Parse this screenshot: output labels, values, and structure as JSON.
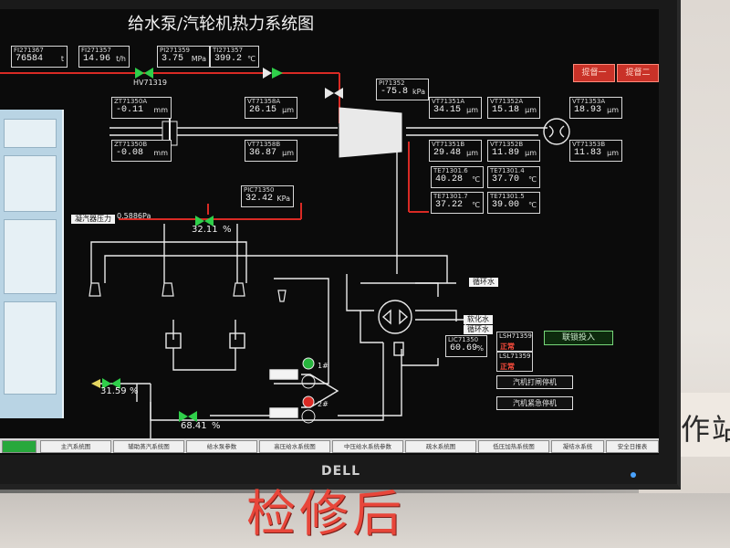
{
  "screen": {
    "title": "给水泵/汽轮机热力系统图",
    "buttons": {
      "btn1": "提督一",
      "btn2": "提督二"
    },
    "readouts": [
      {
        "tag": "FI271367",
        "value": "76584",
        "unit": "t"
      },
      {
        "tag": "FI271357",
        "value": "14.96",
        "unit": "t/h"
      },
      {
        "tag": "PI271359",
        "value": "3.75",
        "unit": "MPa"
      },
      {
        "tag": "TI271357",
        "value": "399.2",
        "unit": "℃"
      },
      {
        "tag": "PI71352",
        "value": "-75.8",
        "unit": "kPa"
      },
      {
        "tag": "ZT71350A",
        "value": "-0.11",
        "unit": "mm"
      },
      {
        "tag": "ZT71350B",
        "value": "-0.08",
        "unit": "mm"
      },
      {
        "tag": "VT71358A",
        "value": "26.15",
        "unit": "μm"
      },
      {
        "tag": "VT71358B",
        "value": "36.87",
        "unit": "μm"
      },
      {
        "tag": "VT71351A",
        "value": "34.15",
        "unit": "μm"
      },
      {
        "tag": "VT71352A",
        "value": "15.18",
        "unit": "μm"
      },
      {
        "tag": "VT71353A",
        "value": "18.93",
        "unit": "μm"
      },
      {
        "tag": "VT71351B",
        "value": "29.48",
        "unit": "μm"
      },
      {
        "tag": "VT71352B",
        "value": "11.89",
        "unit": "μm"
      },
      {
        "tag": "VT71353B",
        "value": "11.83",
        "unit": "μm"
      },
      {
        "tag": "TE71301.6",
        "value": "40.28",
        "unit": "℃"
      },
      {
        "tag": "TE71301.4",
        "value": "37.70",
        "unit": "℃"
      },
      {
        "tag": "TE71301.7",
        "value": "37.22",
        "unit": "℃"
      },
      {
        "tag": "TE71301.5",
        "value": "39.00",
        "unit": "℃"
      },
      {
        "tag": "PIC71350",
        "value": "32.42",
        "unit": "KPa"
      },
      {
        "tag": "LIC71350",
        "value": "60.69",
        "unit": "%"
      }
    ],
    "valves": {
      "hv": "HV71319",
      "v1_pct": "32.11",
      "v2_pct": "31.59",
      "v3_pct": "68.41",
      "pct": "%"
    },
    "labels": {
      "pressure_line": "0.5886Pa",
      "left_tag": "凝汽器压力",
      "pump1": "1#",
      "pump2": "2#"
    },
    "outlets": {
      "recirc1": "循环水",
      "soft": "软化水",
      "recirc2": "循环水"
    },
    "status": [
      {
        "tag": "LSH71359",
        "state": "正常"
      },
      {
        "tag": "LSL71359",
        "state": "正常"
      }
    ],
    "green_button": "联锁投入",
    "white_buttons": [
      "汽机打闸停机",
      "汽机紧急停机"
    ],
    "bottom_tabs": [
      "主汽系统图",
      "辅助蒸汽系统图",
      "给水泵参数",
      "高压给水系统图",
      "中压给水系统参数",
      "疏水系统图",
      "低压加热系统图",
      "凝结水系统",
      "安全日报表"
    ]
  },
  "caption": "检修后",
  "wall_sign": "操作站",
  "monitor_brand": "DELL"
}
